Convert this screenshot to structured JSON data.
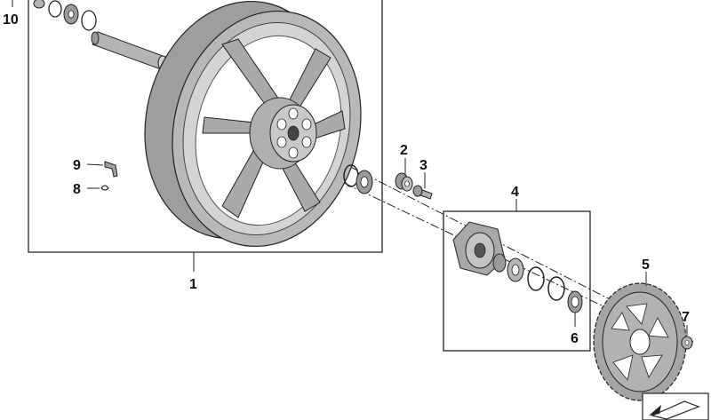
{
  "diagram": {
    "callouts": [
      {
        "id": "c1",
        "label": "1"
      },
      {
        "id": "c2",
        "label": "2"
      },
      {
        "id": "c3",
        "label": "3"
      },
      {
        "id": "c4",
        "label": "4"
      },
      {
        "id": "c5",
        "label": "5"
      },
      {
        "id": "c6",
        "label": "6"
      },
      {
        "id": "c7",
        "label": "7"
      },
      {
        "id": "c8",
        "label": "8"
      },
      {
        "id": "c9",
        "label": "9"
      },
      {
        "id": "c10",
        "label": "10"
      }
    ],
    "colors": {
      "part_fill": "#b4b4b4",
      "part_dark": "#8e8e8e",
      "part_light": "#d6d6d6",
      "outline": "#222222"
    }
  }
}
